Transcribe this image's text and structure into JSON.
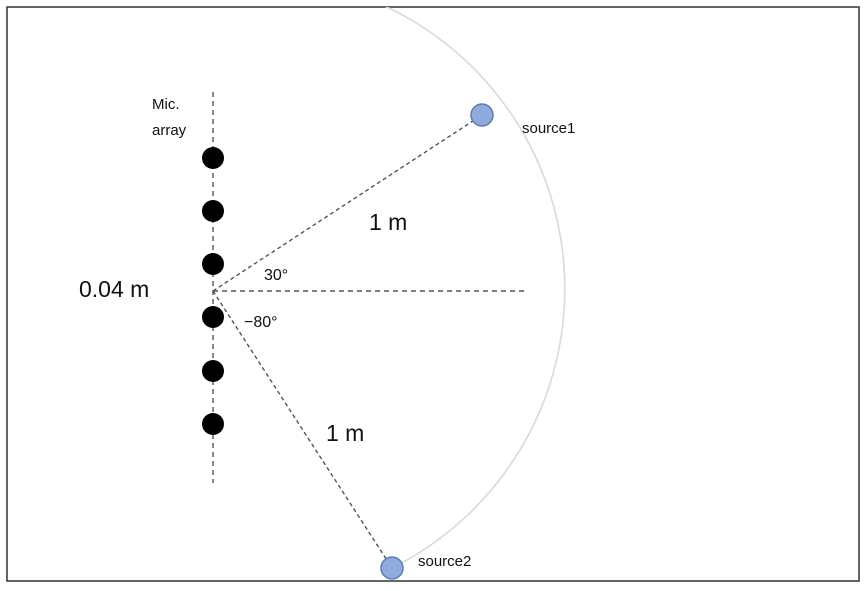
{
  "mic_array": {
    "label_line1": "Mic.",
    "label_line2": "array",
    "spacing_label": "0.04 m",
    "mic_count": 6
  },
  "sources": [
    {
      "label": "source1",
      "angle_label": "30°",
      "distance_label": "1 m"
    },
    {
      "label": "source2",
      "angle_label": "−80°",
      "distance_label": "1 m"
    }
  ],
  "colors": {
    "mic": "#000000",
    "source_fill": "#8faadc",
    "source_stroke": "#5b7cb5",
    "arc": "#d9d9d9",
    "dashed": "#555555",
    "frame": "#333333"
  }
}
